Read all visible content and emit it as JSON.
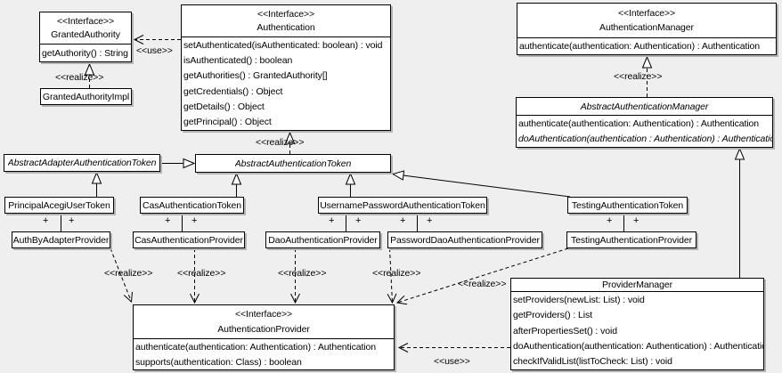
{
  "classes": {
    "grantedAuthority": {
      "stereotype": "<<Interface>>",
      "name": "GrantedAuthority",
      "methods": [
        "getAuthority() : String"
      ]
    },
    "grantedAuthorityImpl": {
      "name": "GrantedAuthorityImpl"
    },
    "authentication": {
      "stereotype": "<<Interface>>",
      "name": "Authentication",
      "methods": [
        "setAuthenticated(isAuthenticated: boolean) : void",
        "isAuthenticated() : boolean",
        "getAuthorities() : GrantedAuthority[]",
        "getCredentials() : Object",
        "getDetails() : Object",
        "getPrincipal() : Object"
      ]
    },
    "authenticationManager": {
      "stereotype": "<<Interface>>",
      "name": "AuthenticationManager",
      "methods": [
        "authenticate(authentication: Authentication) : Authentication"
      ]
    },
    "abstractAuthenticationManager": {
      "name": "AbstractAuthenticationManager",
      "methods": [
        "authenticate(authentication: Authentication) : Authentication",
        "doAuthentication(authentication : Authentication) : Authentication"
      ]
    },
    "abstractAdapterAuthenticationToken": {
      "name": "AbstractAdapterAuthenticationToken"
    },
    "abstractAuthenticationToken": {
      "name": "AbstractAuthenticationToken"
    },
    "principalAcegiUserToken": {
      "name": "PrincipalAcegiUserToken"
    },
    "casAuthenticationToken": {
      "name": "CasAuthenticationToken"
    },
    "usernamePasswordAuthenticationToken": {
      "name": "UsernamePasswordAuthenticationToken"
    },
    "testingAuthenticationToken": {
      "name": "TestingAuthenticationToken"
    },
    "authByAdapterProvider": {
      "name": "AuthByAdapterProvider"
    },
    "casAuthenticationProvider": {
      "name": "CasAuthenticationProvider"
    },
    "daoAuthenticationProvider": {
      "name": "DaoAuthenticationProvider"
    },
    "passwordDaoAuthenticationProvider": {
      "name": "PasswordDaoAuthenticationProvider"
    },
    "testingAuthenticationProvider": {
      "name": "TestingAuthenticationProvider"
    },
    "providerManager": {
      "name": "ProviderManager",
      "methods": [
        "setProviders(newList: List) : void",
        "getProviders() : List",
        "afterPropertiesSet() : void",
        "doAuthentication(authentication: Authentication) : Authentication",
        "checkIfValidList(listToCheck: List) : void"
      ]
    },
    "authenticationProvider": {
      "stereotype": "<<Interface>>",
      "name": "AuthenticationProvider",
      "methods": [
        "authenticate(authentication: Authentication) : Authentication",
        "supports(authentication: Class) : boolean"
      ]
    }
  },
  "labels": {
    "use_authentication_grantedauthority": "<<use>>",
    "realize_grantedauthorityimpl": "<<realize>>",
    "realize_abstractauthenticationtoken": "<<realize>>",
    "realize_abstractauthenticationmanager": "<<realize>>",
    "realize_authbyadapterprovider": "<<realize>>",
    "realize_casauthenticationprovider": "<<realize>>",
    "realize_daoauthenticationprovider": "<<realize>>",
    "realize_passworddaoauthenticationprovider": "<<realize>>",
    "realize_testingauthenticationprovider": "<<realize>>",
    "use_providermanager_authenticationprovider": "<<use>>"
  },
  "association_end": {
    "plus": "+"
  },
  "colors": {
    "background": "#efefef",
    "node_fill": "#ffffff",
    "line": "#000000"
  }
}
